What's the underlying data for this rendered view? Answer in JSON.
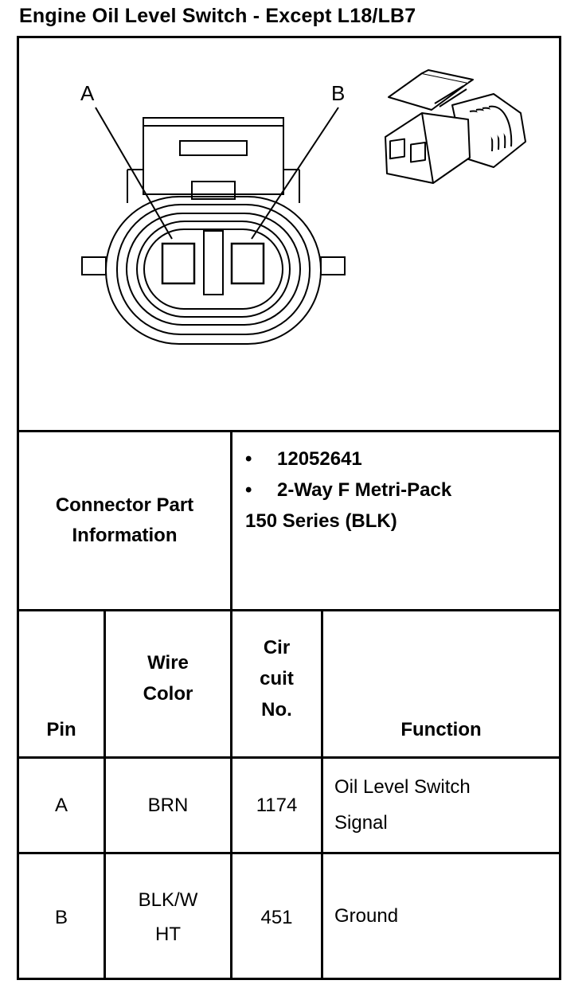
{
  "title": "Engine Oil Level Switch - Except L18/LB7",
  "diagram": {
    "label_a": "A",
    "label_b": "B",
    "connector_face_icon": "connector-face-icon",
    "connector_3d_icon": "connector-3d-icon"
  },
  "part_info": {
    "label": "Connector Part Information",
    "bullet": "•",
    "part_number": "12052641",
    "description_line1": "2-Way F Metri-Pack",
    "description_line2": "150 Series (BLK)"
  },
  "pin_table": {
    "headers": {
      "pin": "Pin",
      "wire_color_1": "Wire",
      "wire_color_2": "Color",
      "circuit_1": "Cir",
      "circuit_2": "cuit",
      "circuit_3": "No.",
      "function": "Function"
    },
    "rows": [
      {
        "pin": "A",
        "wire_color_1": "BRN",
        "wire_color_2": "",
        "circuit": "1174",
        "function_1": "Oil Level Switch",
        "function_2": "Signal"
      },
      {
        "pin": "B",
        "wire_color_1": "BLK/W",
        "wire_color_2": "HT",
        "circuit": "451",
        "function_1": "Ground",
        "function_2": ""
      }
    ]
  }
}
